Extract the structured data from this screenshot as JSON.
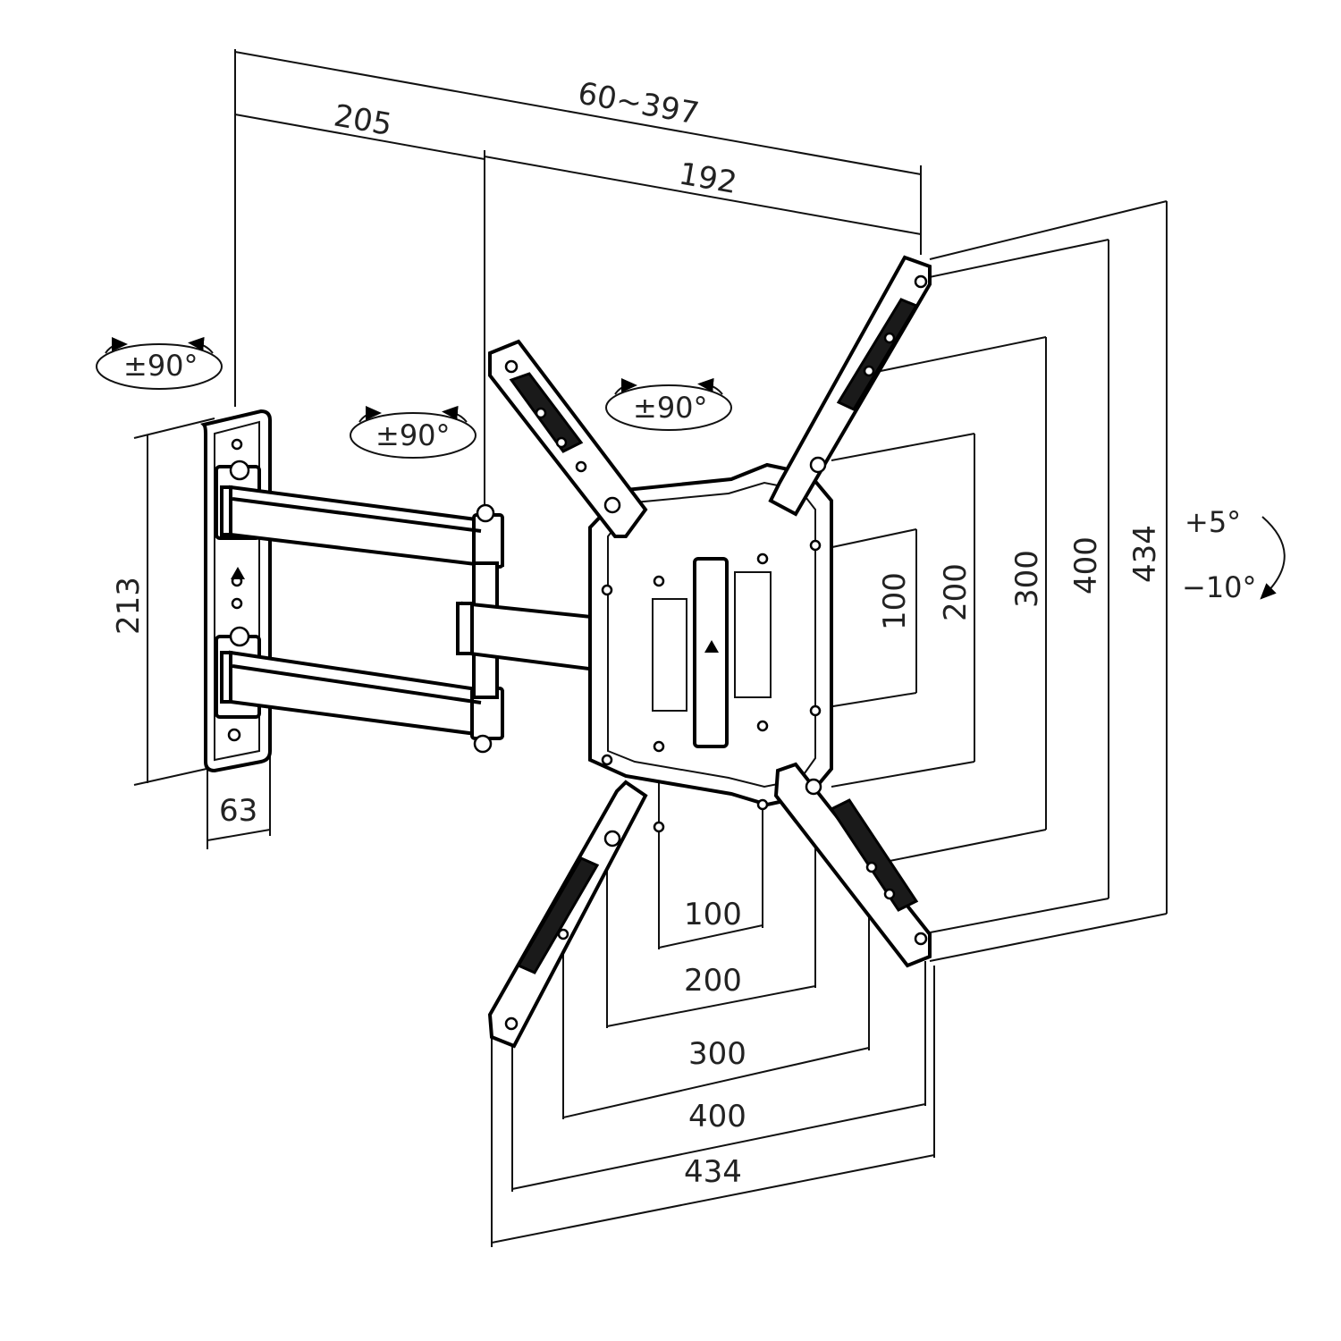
{
  "dimensions": {
    "total_depth": "60~397",
    "arm_depth": "205",
    "plate_depth": "192",
    "wall_plate_height": "213",
    "wall_plate_width": "63",
    "vesa_h_100": "100",
    "vesa_h_200": "200",
    "vesa_h_300": "300",
    "vesa_h_400": "400",
    "overall_width": "434",
    "vesa_v_100": "100",
    "vesa_v_200": "200",
    "vesa_v_300": "300",
    "vesa_v_400": "400",
    "overall_height": "434"
  },
  "rotations": {
    "wall_swivel": "±90°",
    "arm_swivel": "±90°",
    "tv_rotation": "±90°"
  },
  "tilt": {
    "up": "+5°",
    "down": "−10°"
  }
}
